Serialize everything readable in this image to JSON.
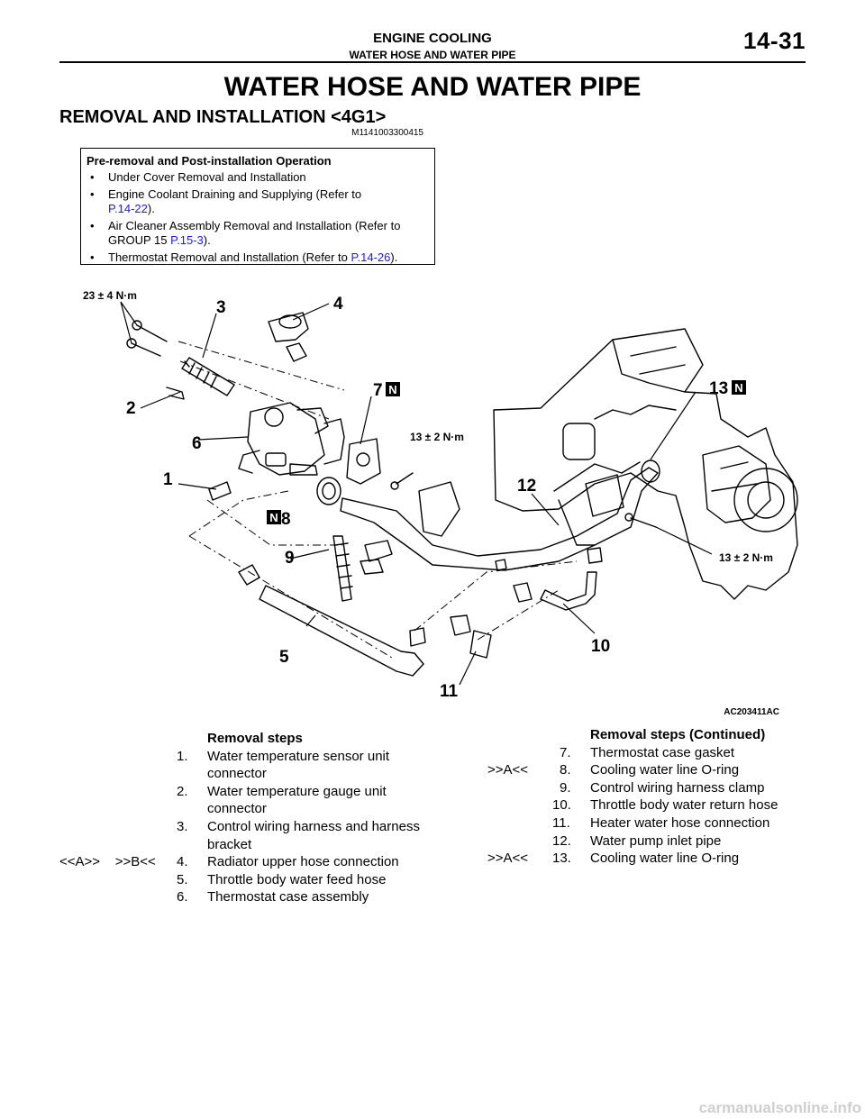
{
  "header": {
    "section": "ENGINE COOLING",
    "subsection": "WATER HOSE AND WATER PIPE",
    "page_number": "14-31"
  },
  "title": "WATER HOSE AND WATER PIPE",
  "heading": "REMOVAL AND INSTALLATION <4G1>",
  "doc_code": "M1141003300415",
  "pre_removal": {
    "title": "Pre-removal and Post-installation Operation",
    "items": [
      {
        "text": "Under Cover Removal and Installation"
      },
      {
        "text": "Engine Coolant Draining and Supplying (Refer to",
        "link": "P.14-22",
        "after": ")."
      },
      {
        "text": "Air Cleaner Assembly Removal and Installation (Refer to GROUP 15",
        "link": "P.15-3",
        "after": ")."
      },
      {
        "text": "Thermostat Removal and Installation (Refer to",
        "link": "P.14-26",
        "after": ")."
      }
    ]
  },
  "figure": {
    "id": "AC203411AC",
    "torques": [
      "23 ± 4 N·m",
      "13 ± 2 N·m",
      "13 ± 2 N·m"
    ],
    "callouts": [
      "1",
      "2",
      "3",
      "4",
      "5",
      "6",
      "7",
      "8",
      "9",
      "10",
      "11",
      "12",
      "13"
    ],
    "new_part_mark": "N"
  },
  "removal_steps": {
    "title": "Removal steps",
    "items": [
      {
        "mark": "",
        "num": "1.",
        "lines": [
          "Water temperature sensor unit",
          "connector"
        ]
      },
      {
        "mark": "",
        "num": "2.",
        "lines": [
          "Water temperature gauge unit",
          "connector"
        ]
      },
      {
        "mark": "",
        "num": "3.",
        "lines": [
          "Control wiring harness and harness",
          "bracket"
        ]
      },
      {
        "mark": "<<A>>    >>B<<",
        "num": "4.",
        "lines": [
          "Radiator upper hose connection"
        ]
      },
      {
        "mark": "",
        "num": "5.",
        "lines": [
          "Throttle body water feed hose"
        ]
      },
      {
        "mark": "",
        "num": "6.",
        "lines": [
          "Thermostat case assembly"
        ]
      }
    ]
  },
  "removal_steps_cont": {
    "title": "Removal steps (Continued)",
    "items": [
      {
        "mark": "",
        "num": "7.",
        "lines": [
          "Thermostat case gasket"
        ]
      },
      {
        "mark": ">>A<<",
        "num": "8.",
        "lines": [
          "Cooling water line O-ring"
        ]
      },
      {
        "mark": "",
        "num": "9.",
        "lines": [
          "Control wiring harness clamp"
        ]
      },
      {
        "mark": "",
        "num": "10.",
        "lines": [
          "Throttle body water return hose"
        ]
      },
      {
        "mark": "",
        "num": "11.",
        "lines": [
          "Heater water hose connection"
        ]
      },
      {
        "mark": "",
        "num": "12.",
        "lines": [
          "Water pump inlet pipe"
        ]
      },
      {
        "mark": ">>A<<",
        "num": "13.",
        "lines": [
          "Cooling water line O-ring"
        ]
      }
    ]
  },
  "watermark": "carmanualsonline.info"
}
